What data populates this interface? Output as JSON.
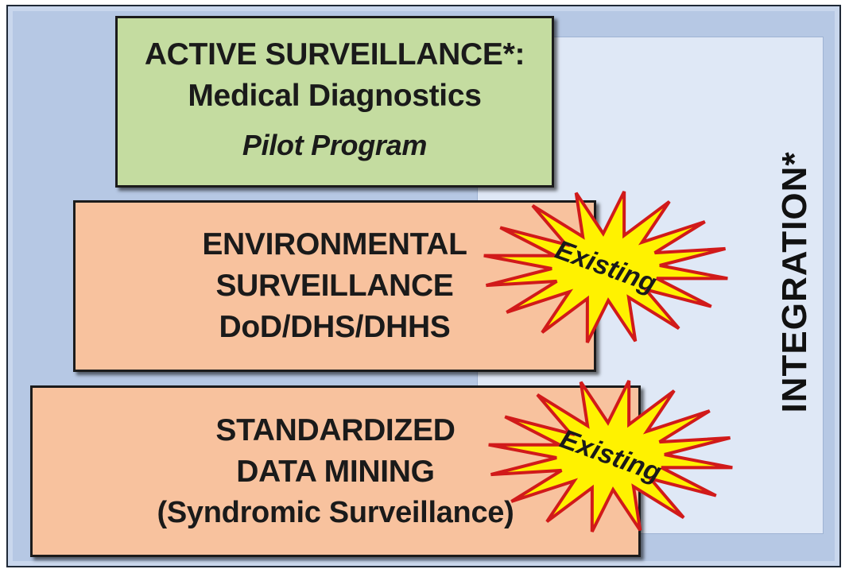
{
  "diagram": {
    "integration_label": "INTEGRATION*",
    "tiers": [
      {
        "lines": [
          "ACTIVE SURVEILLANCE*:",
          "Medical Diagnostics",
          "Pilot Program"
        ],
        "fill": "#c4dca0"
      },
      {
        "lines": [
          "ENVIRONMENTAL",
          "SURVEILLANCE",
          "DoD/DHS/DHHS"
        ],
        "fill": "#f8c29e",
        "badge": "Existing"
      },
      {
        "lines": [
          "STANDARDIZED",
          "DATA MINING",
          "(Syndromic Surveillance)"
        ],
        "fill": "#f8c29e",
        "badge": "Existing"
      }
    ],
    "colors": {
      "frame": "#b6c8e4",
      "integration_panel": "#dfe8f6",
      "burst_fill": "#fff200",
      "burst_stroke": "#d11a1a"
    }
  }
}
